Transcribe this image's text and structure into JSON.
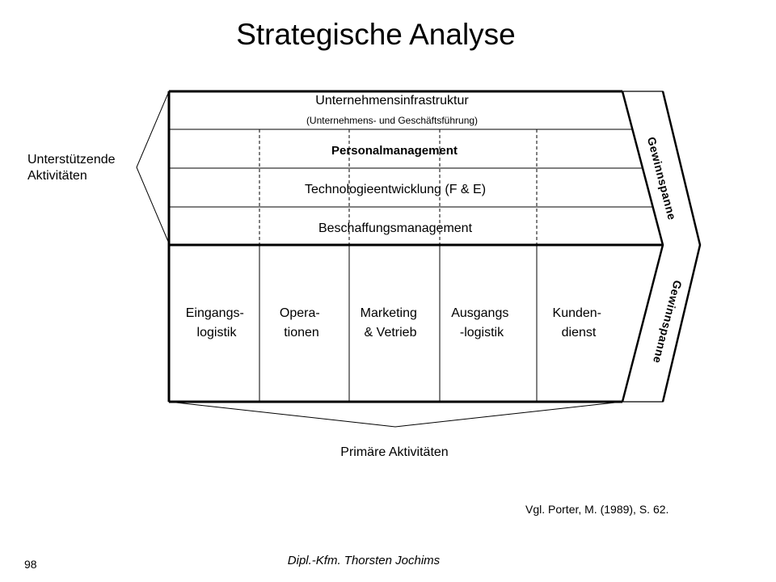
{
  "slide": {
    "title": "Strategische Analyse",
    "page_number": "98",
    "author": "Dipl.-Kfm. Thorsten Jochims",
    "citation": "Vgl. Porter, M. (1989), S. 62."
  },
  "value_chain": {
    "support_label": "Unterstützende Aktivitäten",
    "primary_label": "Primäre Aktivitäten",
    "margin_label": "Gewinnspanne",
    "support_activities": [
      {
        "label": "Unternehmensinfrastruktur",
        "sublabel": "(Unternehmens- und Geschäftsführung)"
      },
      {
        "label": "Personalmanagement"
      },
      {
        "label": "Technologieentwicklung (F & E)"
      },
      {
        "label": "Beschaffungsmanagement"
      }
    ],
    "primary_activities": [
      {
        "line1": "Eingangs-",
        "line2": "logistik"
      },
      {
        "line1": "Opera-",
        "line2": "tionen"
      },
      {
        "line1": "Marketing",
        "line2": "& Vetrieb"
      },
      {
        "line1": "Ausgangs",
        "line2": "-logistik"
      },
      {
        "line1": "Kunden-",
        "line2": "dienst"
      }
    ]
  }
}
